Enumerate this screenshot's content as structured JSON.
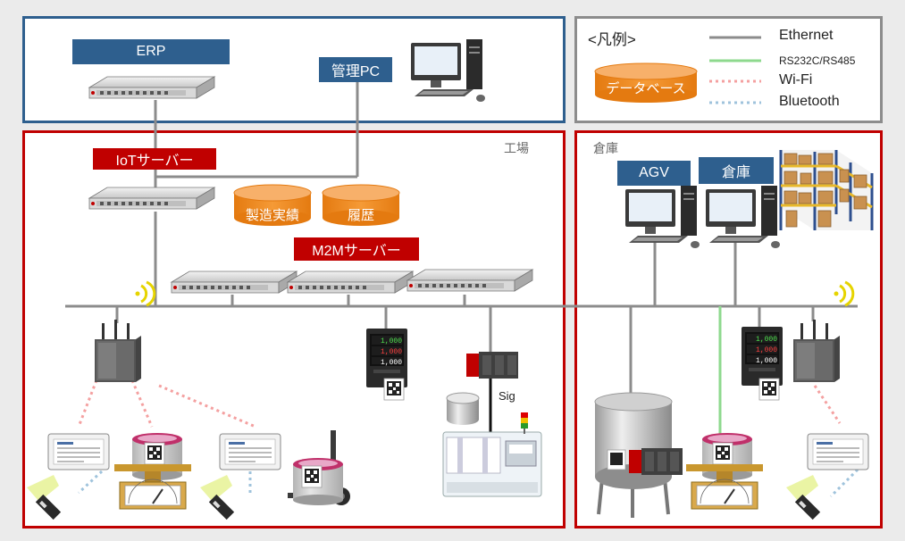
{
  "top_area": {
    "erp_label": "ERP",
    "kanri_pc_label": "管理PC"
  },
  "legend": {
    "title": "<凡例>",
    "database_label": "データベース",
    "items": [
      {
        "label": "Ethernet",
        "color": "#8c8c8c",
        "style": "solid"
      },
      {
        "label": "RS232C/RS485",
        "color": "#8ed98e",
        "style": "solid"
      },
      {
        "label": "Wi-Fi",
        "color": "#f4a0a0",
        "style": "dotted"
      },
      {
        "label": "Bluetooth",
        "color": "#9fc3dc",
        "style": "dotted"
      }
    ]
  },
  "factory": {
    "area_label": "工場",
    "iot_server_label": "IoTサーバー",
    "db_seizo": "製造実績",
    "db_rireki": "履歴",
    "m2m_server_label": "M2Mサーバー",
    "sig_label": "Sig"
  },
  "warehouse": {
    "area_label": "倉庫",
    "agv_label": "AGV",
    "souko_label": "倉庫"
  },
  "colors": {
    "blue_frame": "#2e5f8e",
    "red_frame": "#c00000",
    "db_orange": "#f08a1c",
    "label_blue": "#2e5f8e",
    "label_red": "#c00000"
  },
  "controller_display": [
    "1,000",
    "1,000",
    "1,000"
  ]
}
